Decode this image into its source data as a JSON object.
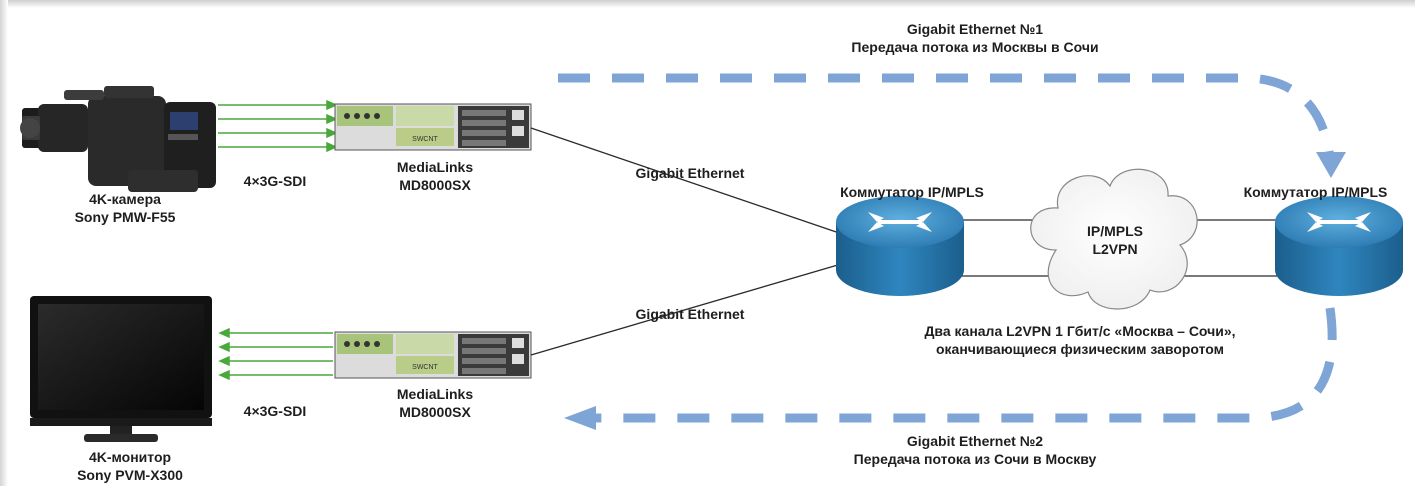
{
  "colors": {
    "accent_dashes": "#7ea5d6",
    "sdi_arrows": "#49a83b",
    "router": "#2f7fb5",
    "link_lines": "#2a2a2a"
  },
  "labels": {
    "camera": {
      "line1": "4K-камера",
      "line2": "Sony PMW-F55"
    },
    "monitor": {
      "line1": "4K-монитор",
      "line2": "Sony PVM-X300"
    },
    "sdi_top": "4×3G-SDI",
    "sdi_bottom": "4×3G-SDI",
    "encoder_top": {
      "line1": "MediaLinks",
      "line2": "MD8000SX"
    },
    "encoder_bottom": {
      "line1": "MediaLinks",
      "line2": "MD8000SX"
    },
    "device_badge": "SWCNT",
    "gige_top": "Gigabit Ethernet",
    "gige_bottom": "Gigabit Ethernet",
    "switch_left": "Коммутатор IP/MPLS",
    "switch_right": "Коммутатор IP/MPLS",
    "cloud": {
      "line1": "IP/MPLS",
      "line2": "L2VPN"
    },
    "channels_note": {
      "line1": "Два канала L2VPN 1 Гбит/с «Москва – Сочи»,",
      "line2": "оканчивающиеся физическим заворотом"
    },
    "flow1": {
      "line1": "Gigabit Ethernet №1",
      "line2": "Передача потока из Москвы в Сочи"
    },
    "flow2": {
      "line1": "Gigabit Ethernet №2",
      "line2": "Передача потока из Сочи в Москву"
    }
  }
}
